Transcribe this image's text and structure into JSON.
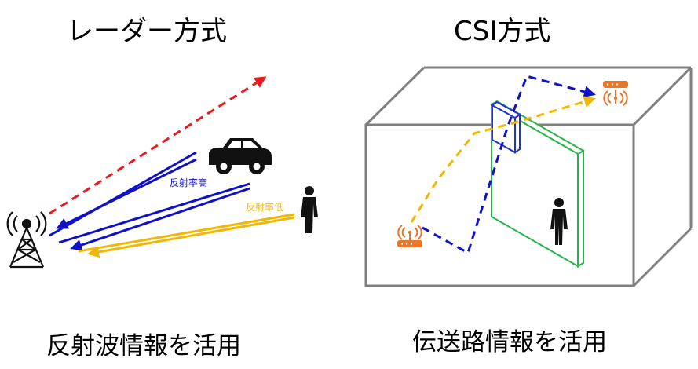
{
  "left": {
    "title": "レーダー方式",
    "caption": "反射波情報を活用",
    "label_high": "反射率高",
    "label_low": "反射率低"
  },
  "right": {
    "title": "CSI方式",
    "caption": "伝送路情報を活用"
  },
  "colors": {
    "red_arrow": "#e8191f",
    "blue_arrow": "#1010c8",
    "yellow_arrow": "#f2b705",
    "router": "#e8762b",
    "wall": "#27b34a",
    "ris": "#2233cc",
    "box": "#7f7f7f"
  }
}
